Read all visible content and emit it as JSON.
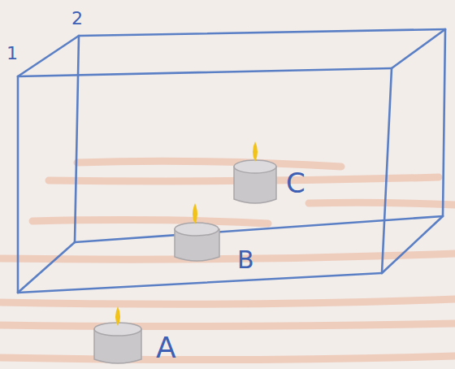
{
  "diagram": {
    "labels": [
      "1",
      "2",
      "A",
      "B",
      "C"
    ]
  }
}
